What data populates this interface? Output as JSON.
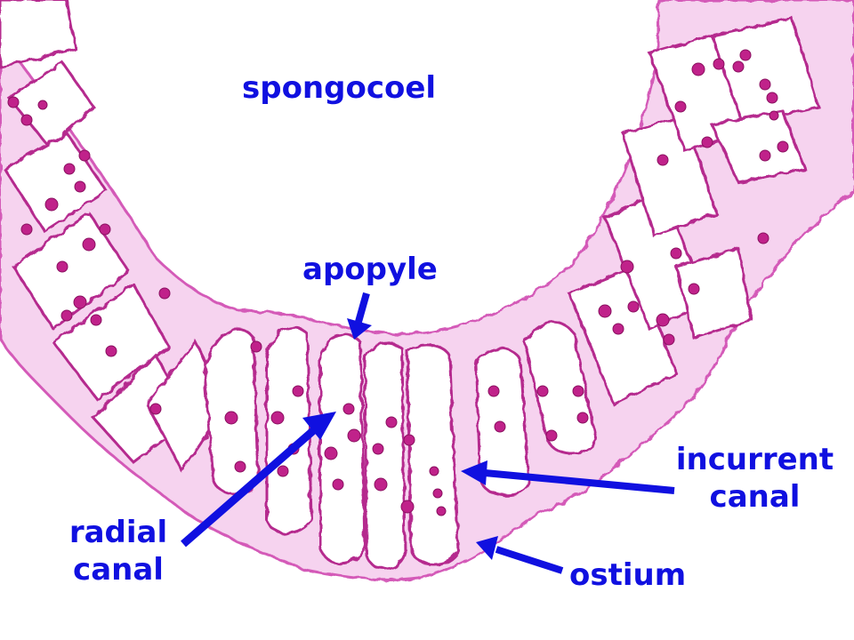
{
  "labels": {
    "spongocoel": "spongocoel",
    "apopyle": "apopyle",
    "radial_line1": "radial",
    "radial_line2": "canal",
    "incurrent_line1": "incurrent",
    "incurrent_line2": "canal",
    "ostium": "ostium"
  },
  "colors": {
    "label": "#1010e0",
    "tissue": "#cc33aa",
    "tissue_light": "#f3c6ea",
    "nucleus": "#b01a7a",
    "background": "#ffffff"
  }
}
